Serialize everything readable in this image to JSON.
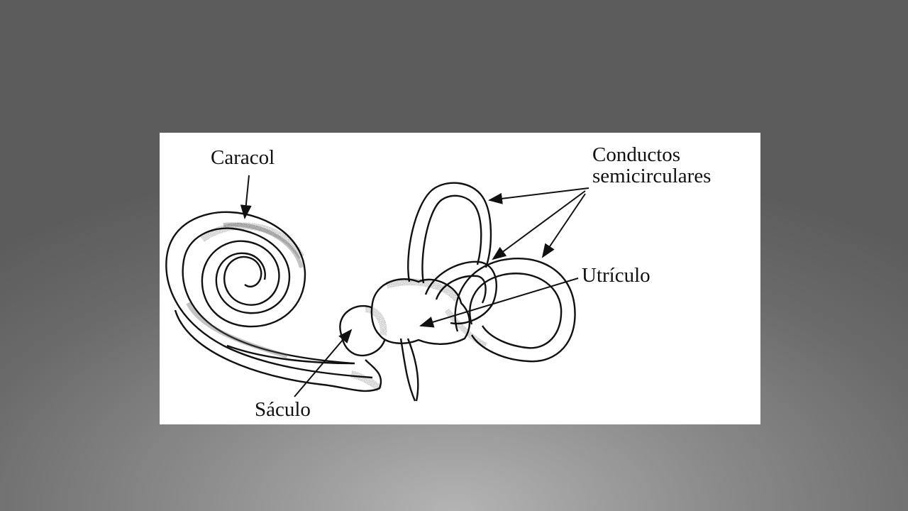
{
  "labels": {
    "caracol": "Caracol",
    "conductos_line1": "Conductos",
    "conductos_line2": "semicirculares",
    "utriculo": "Utrículo",
    "saculo": "Sáculo"
  },
  "colors": {
    "background": "#6a6a6a",
    "figure_background": "#ffffff",
    "ink": "#111111"
  }
}
